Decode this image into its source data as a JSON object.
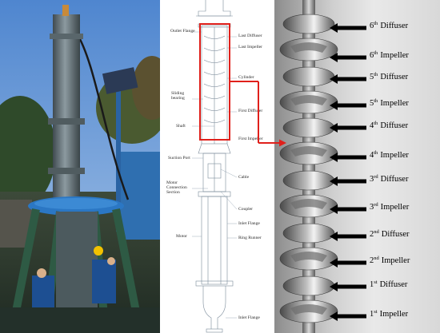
{
  "drawing": {
    "labels": {
      "outlet_flange": "Outlet Flange",
      "last_diffuser": "Last Diffuser",
      "last_impeller": "Last Impeller",
      "cylinder": "Cylinder",
      "sliding_bearing": "Sliding bearing",
      "first_diffuser": "First Diffuser",
      "shaft": "Shaft",
      "first_impeller": "First Impeller",
      "suction_port": "Suction Port",
      "cable": "Cable",
      "motor_connection_section": "Motor Connection Section",
      "coupler": "Coupler",
      "inlet_flange_upper": "Inlet Flange",
      "motor": "Motor",
      "ring_runner": "Ring Runner",
      "inlet_flange_lower": "Inlet Flange"
    }
  },
  "stages": [
    {
      "ordinal": "6",
      "sup": "th",
      "part": "Diffuser"
    },
    {
      "ordinal": "6",
      "sup": "th",
      "part": "Impeller"
    },
    {
      "ordinal": "5",
      "sup": "th",
      "part": "Diffuser"
    },
    {
      "ordinal": "5",
      "sup": "th",
      "part": "Impeller"
    },
    {
      "ordinal": "4",
      "sup": "th",
      "part": "Diffuser"
    },
    {
      "ordinal": "4",
      "sup": "th",
      "part": "Impeller"
    },
    {
      "ordinal": "3",
      "sup": "rd",
      "part": "Diffuser"
    },
    {
      "ordinal": "3",
      "sup": "rd",
      "part": "Impeller"
    },
    {
      "ordinal": "2",
      "sup": "nd",
      "part": "Diffuser"
    },
    {
      "ordinal": "2",
      "sup": "nd",
      "part": "Impeller"
    },
    {
      "ordinal": "1",
      "sup": "st",
      "part": "Diffuser"
    },
    {
      "ordinal": "1",
      "sup": "st",
      "part": "Impeller"
    }
  ],
  "colors": {
    "highlight": "#e0201b",
    "sky": "#5d8fd0",
    "frame_blue": "#2a6fb6",
    "column": "#6d7a80"
  }
}
